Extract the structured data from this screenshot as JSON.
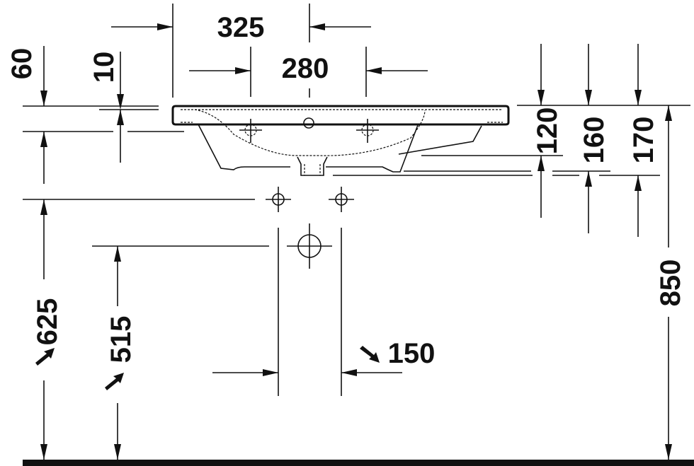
{
  "drawing": {
    "subject": "washbasin-side-elevation",
    "colors": {
      "line": "#111111",
      "background": "#ffffff"
    },
    "dimensions": {
      "width_top": "325",
      "width_inner": "280",
      "rim_thickness": "10",
      "rim_offset": "60",
      "depth_120": "120",
      "depth_160": "160",
      "depth_170": "170",
      "height_total": "850",
      "height_supply": "625",
      "height_waste": "515",
      "supply_spacing": "150"
    },
    "annotations": {
      "approx_marker": "approx-arrow"
    }
  }
}
